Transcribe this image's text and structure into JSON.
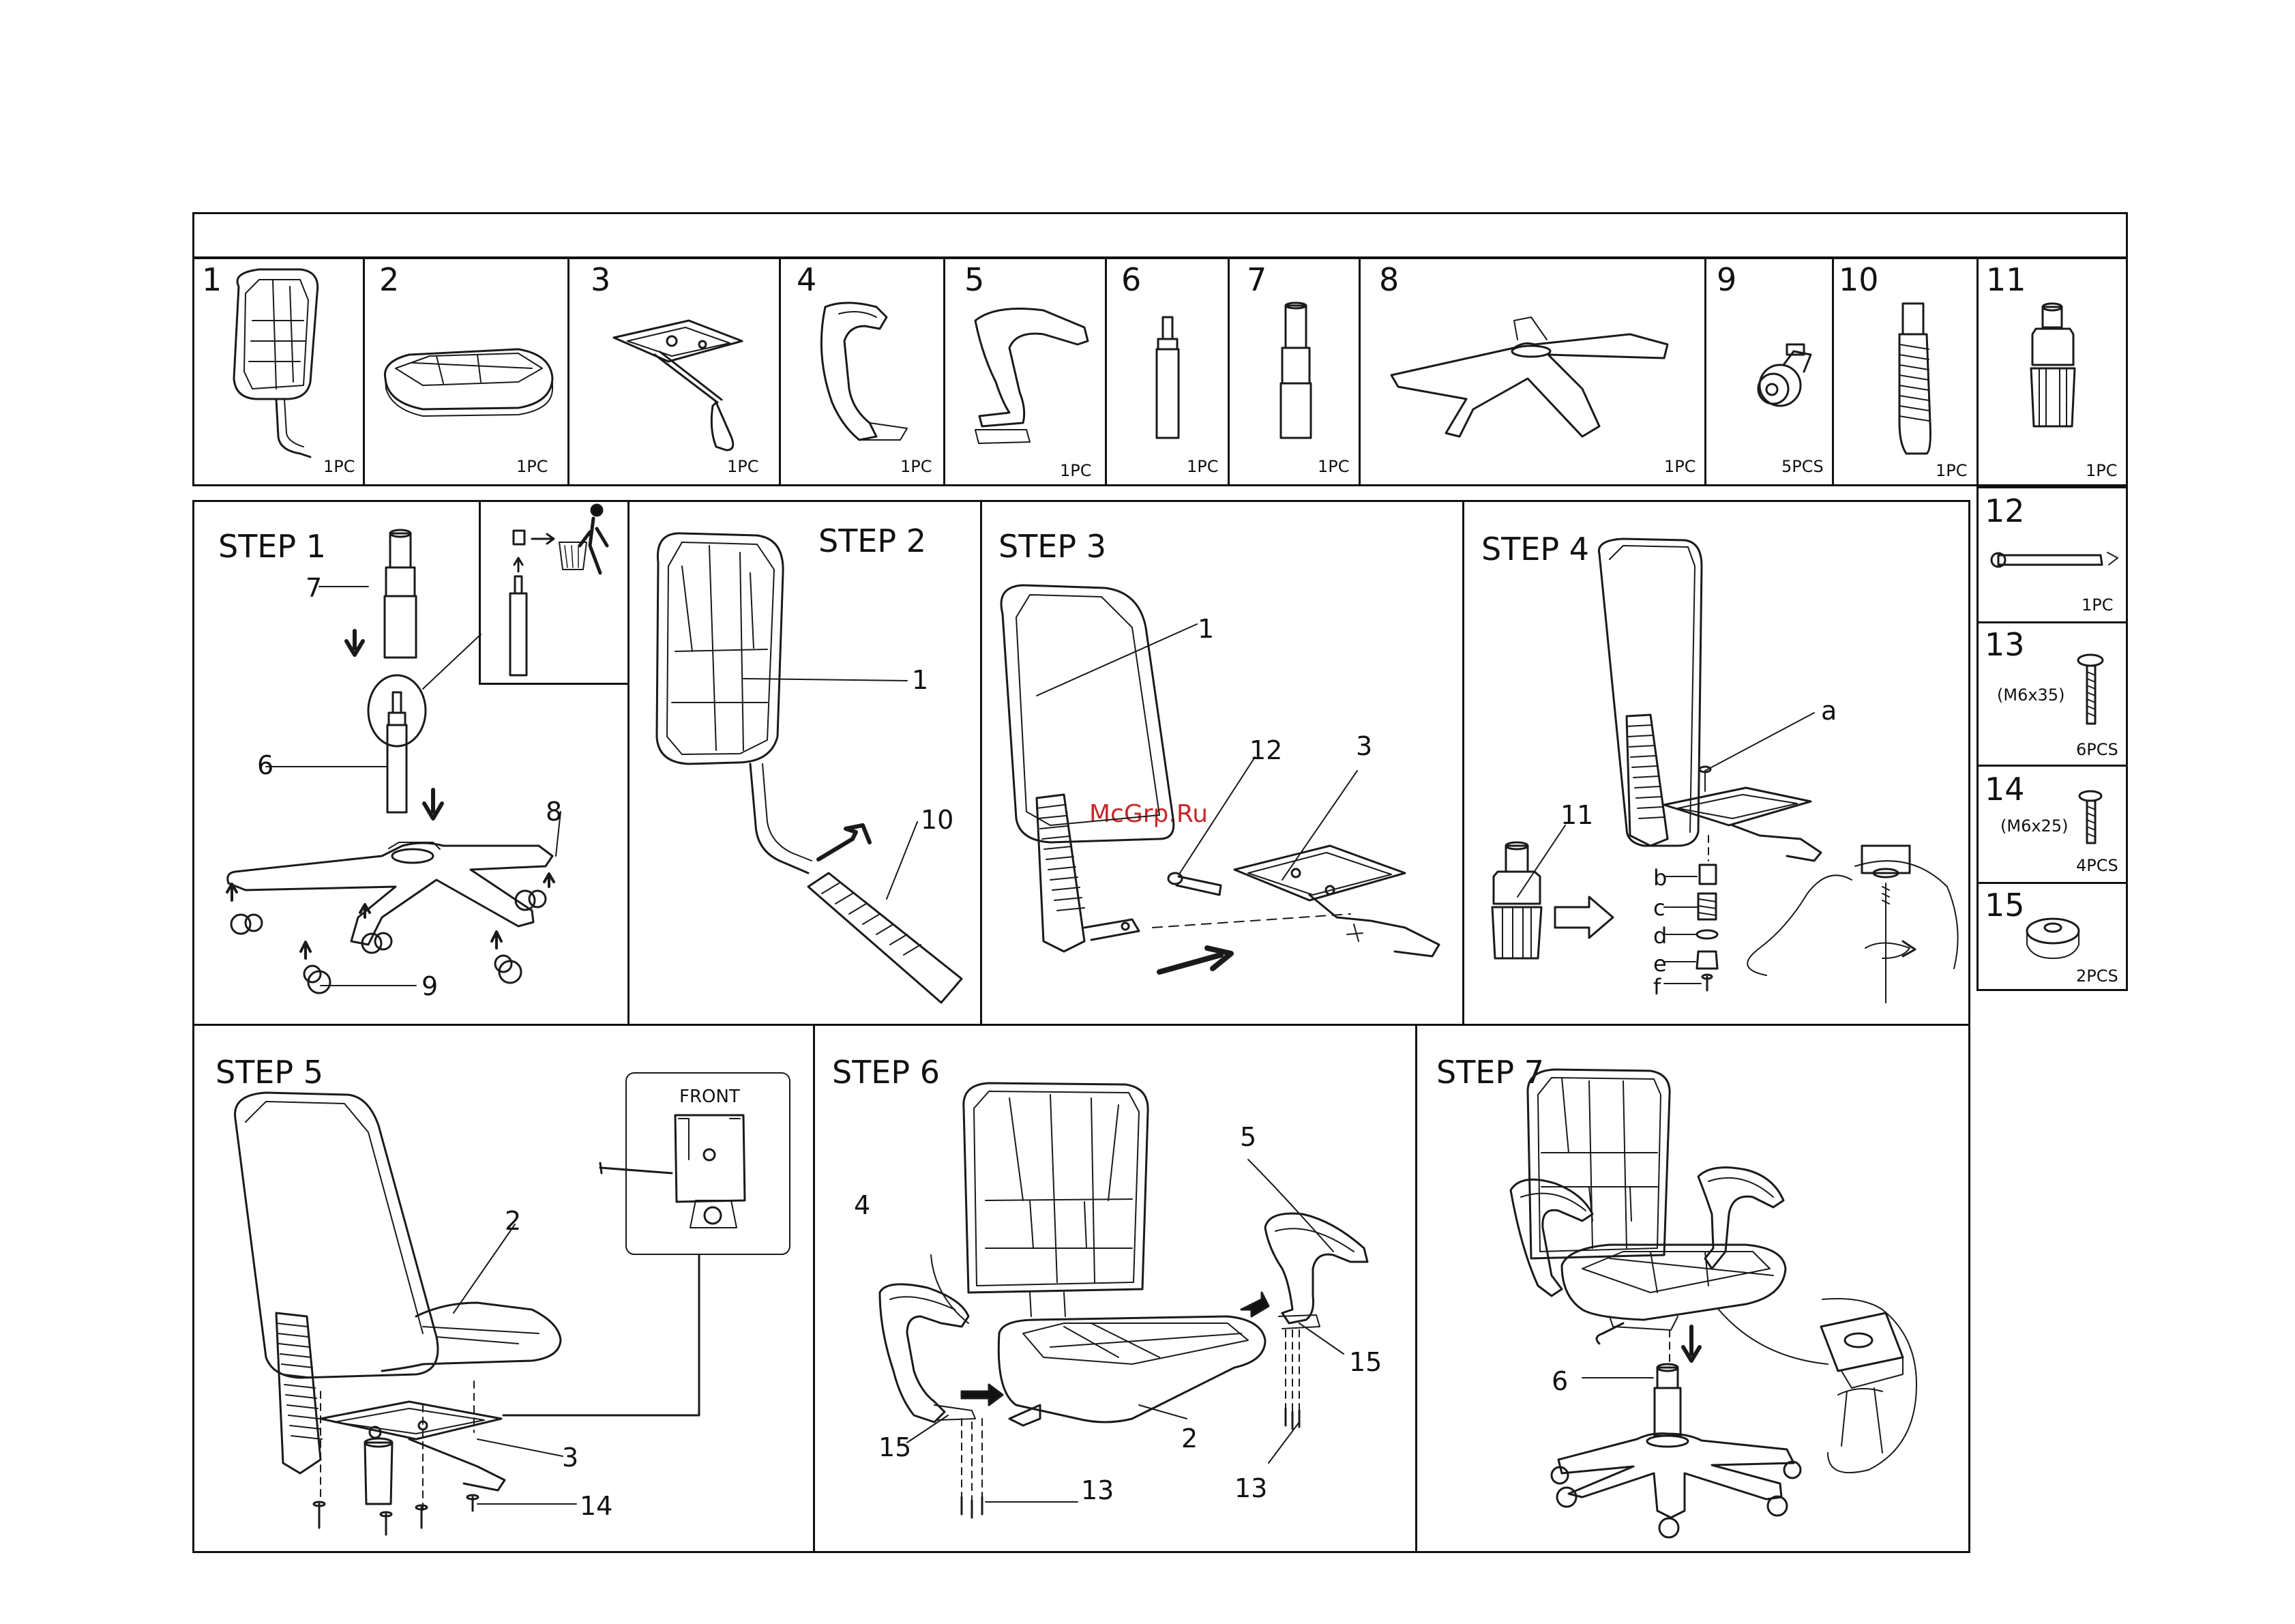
{
  "watermark": "McGrp.Ru",
  "parts": [
    {
      "num": "1",
      "qty": "1PC",
      "name": "backrest"
    },
    {
      "num": "2",
      "qty": "1PC",
      "name": "seat"
    },
    {
      "num": "3",
      "qty": "1PC",
      "name": "mechanism"
    },
    {
      "num": "4",
      "qty": "1PC",
      "name": "armrest-left"
    },
    {
      "num": "5",
      "qty": "1PC",
      "name": "armrest-right"
    },
    {
      "num": "6",
      "qty": "1PC",
      "name": "gas-lift-short"
    },
    {
      "num": "7",
      "qty": "1PC",
      "name": "gas-lift-tall"
    },
    {
      "num": "8",
      "qty": "1PC",
      "name": "base"
    },
    {
      "num": "9",
      "qty": "5PCS",
      "name": "caster"
    },
    {
      "num": "10",
      "qty": "1PC",
      "name": "bellows-cover"
    },
    {
      "num": "11",
      "qty": "1PC",
      "name": "adapter"
    },
    {
      "num": "12",
      "qty": "1PC",
      "name": "pin"
    },
    {
      "num": "13",
      "qty": "6PCS",
      "spec": "(M6x35)",
      "name": "bolt-m6x35"
    },
    {
      "num": "14",
      "qty": "4PCS",
      "spec": "(M6x25)",
      "name": "bolt-m6x25"
    },
    {
      "num": "15",
      "qty": "2PCS",
      "name": "washer"
    }
  ],
  "steps": {
    "s1": "STEP 1",
    "s2": "STEP 2",
    "s3": "STEP 3",
    "s4": "STEP 4",
    "s5": "STEP 5",
    "s6": "STEP 6",
    "s7": "STEP 7"
  },
  "front_label": "FRONT",
  "callouts": {
    "s1": [
      "7",
      "6",
      "8",
      "9"
    ],
    "s2": [
      "1",
      "10"
    ],
    "s3": [
      "1",
      "12",
      "3"
    ],
    "s4": [
      "a",
      "11",
      "b",
      "c",
      "d",
      "e",
      "f"
    ],
    "s5": [
      "2",
      "3",
      "14"
    ],
    "s6": [
      "4",
      "5",
      "15",
      "15",
      "2",
      "13",
      "13"
    ],
    "s7": [
      "6"
    ]
  }
}
